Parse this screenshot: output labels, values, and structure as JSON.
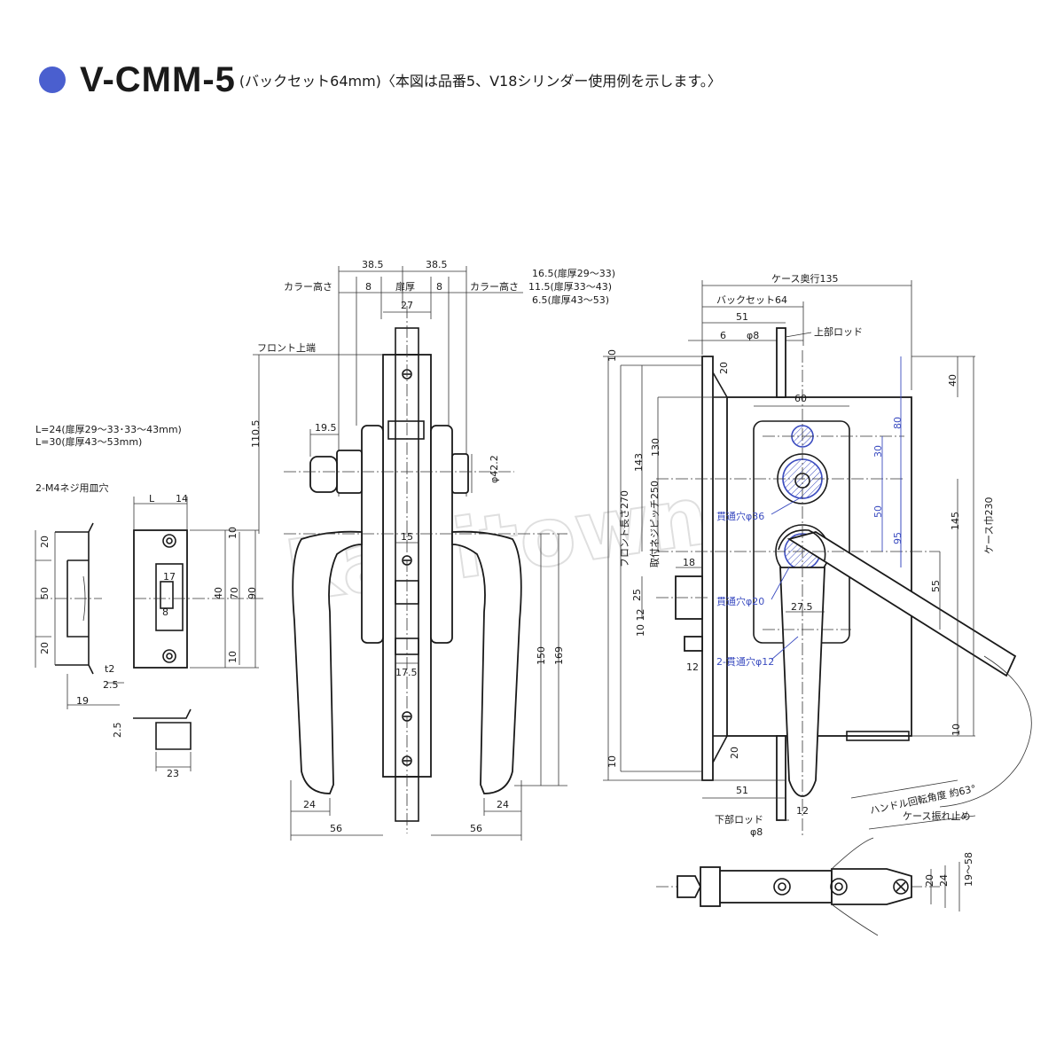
{
  "header": {
    "model": "V-CMM-5",
    "subtitle": "(バックセット64mm)〈本図は品番5、V18シリンダー使用例を示します。〉",
    "dot_color": "#4a5fcf"
  },
  "watermark": "kagitown",
  "colors": {
    "line": "#1a1a1a",
    "blue": "#3b4cc0"
  },
  "left": {
    "note_l1": "L=24(扉厚29～33･33～43mm)",
    "note_l2": "L=30(扉厚43～53mm)",
    "screw": "2-M4ネジ用皿穴",
    "d_L": "L",
    "d_14": "14",
    "d_20a": "20",
    "d_50": "50",
    "d_20b": "20",
    "d_10a": "10",
    "d_40": "40",
    "d_70": "70",
    "d_90": "90",
    "d_10b": "10",
    "d_17": "17",
    "d_8": "8",
    "d_t2": "t2",
    "d_2_5a": "2.5",
    "d_19": "19",
    "d_2_5b": "2.5",
    "d_23": "23"
  },
  "middle": {
    "d_38_5a": "38.5",
    "d_38_5b": "38.5",
    "collar_l": "カラー高さ",
    "collar_r": "カラー高さ",
    "d_8a": "8",
    "door": "扉厚",
    "d_8b": "8",
    "d_27": "27",
    "collar_1": "16.5(扉厚29～33)",
    "collar_2": "11.5(扉厚33～43)",
    "collar_3": "6.5(扉厚43～53)",
    "front_top": "フロント上端",
    "d_110_5": "110.5",
    "d_19_5": "19.5",
    "d_42_2": "φ42.2",
    "d_15": "15",
    "d_17_5": "17.5",
    "d_150": "150",
    "d_169": "169",
    "d_24a": "24",
    "d_24b": "24",
    "d_56a": "56",
    "d_56b": "56"
  },
  "right": {
    "case_depth": "ケース奥行135",
    "backset": "バックセット64",
    "d_51a": "51",
    "d_6": "6",
    "d_phi8a": "φ8",
    "upper_rod": "上部ロッド",
    "d_10a": "10",
    "d_20a": "20",
    "d_60": "60",
    "d_40": "40",
    "d_143": "143",
    "d_130": "130",
    "d_80": "80",
    "d_30": "30",
    "d_50": "50",
    "d_95": "95",
    "d_145": "145",
    "case_width": "ケース巾230",
    "front_len": "フロント長さ270",
    "screw_pitch": "取付ネジピッチ250",
    "hole36": "貫通穴φ36",
    "hole20": "貫通穴φ20",
    "hole12": "2-貫通穴φ12",
    "d_18": "18",
    "d_25": "25",
    "d_10_12": "10 12",
    "d_12a": "12",
    "d_27_5": "27.5",
    "d_55": "55",
    "d_10b": "10",
    "d_20b": "20",
    "d_10c": "10",
    "d_51b": "51",
    "d_12b": "12",
    "lower_rod": "下部ロッド",
    "d_phi8b": "φ8",
    "handle_angle": "ハンドル回転角度 約63°",
    "case_stop": "ケース振れ止め",
    "d_20c": "20",
    "d_24": "24",
    "d_19_58": "19～58"
  }
}
